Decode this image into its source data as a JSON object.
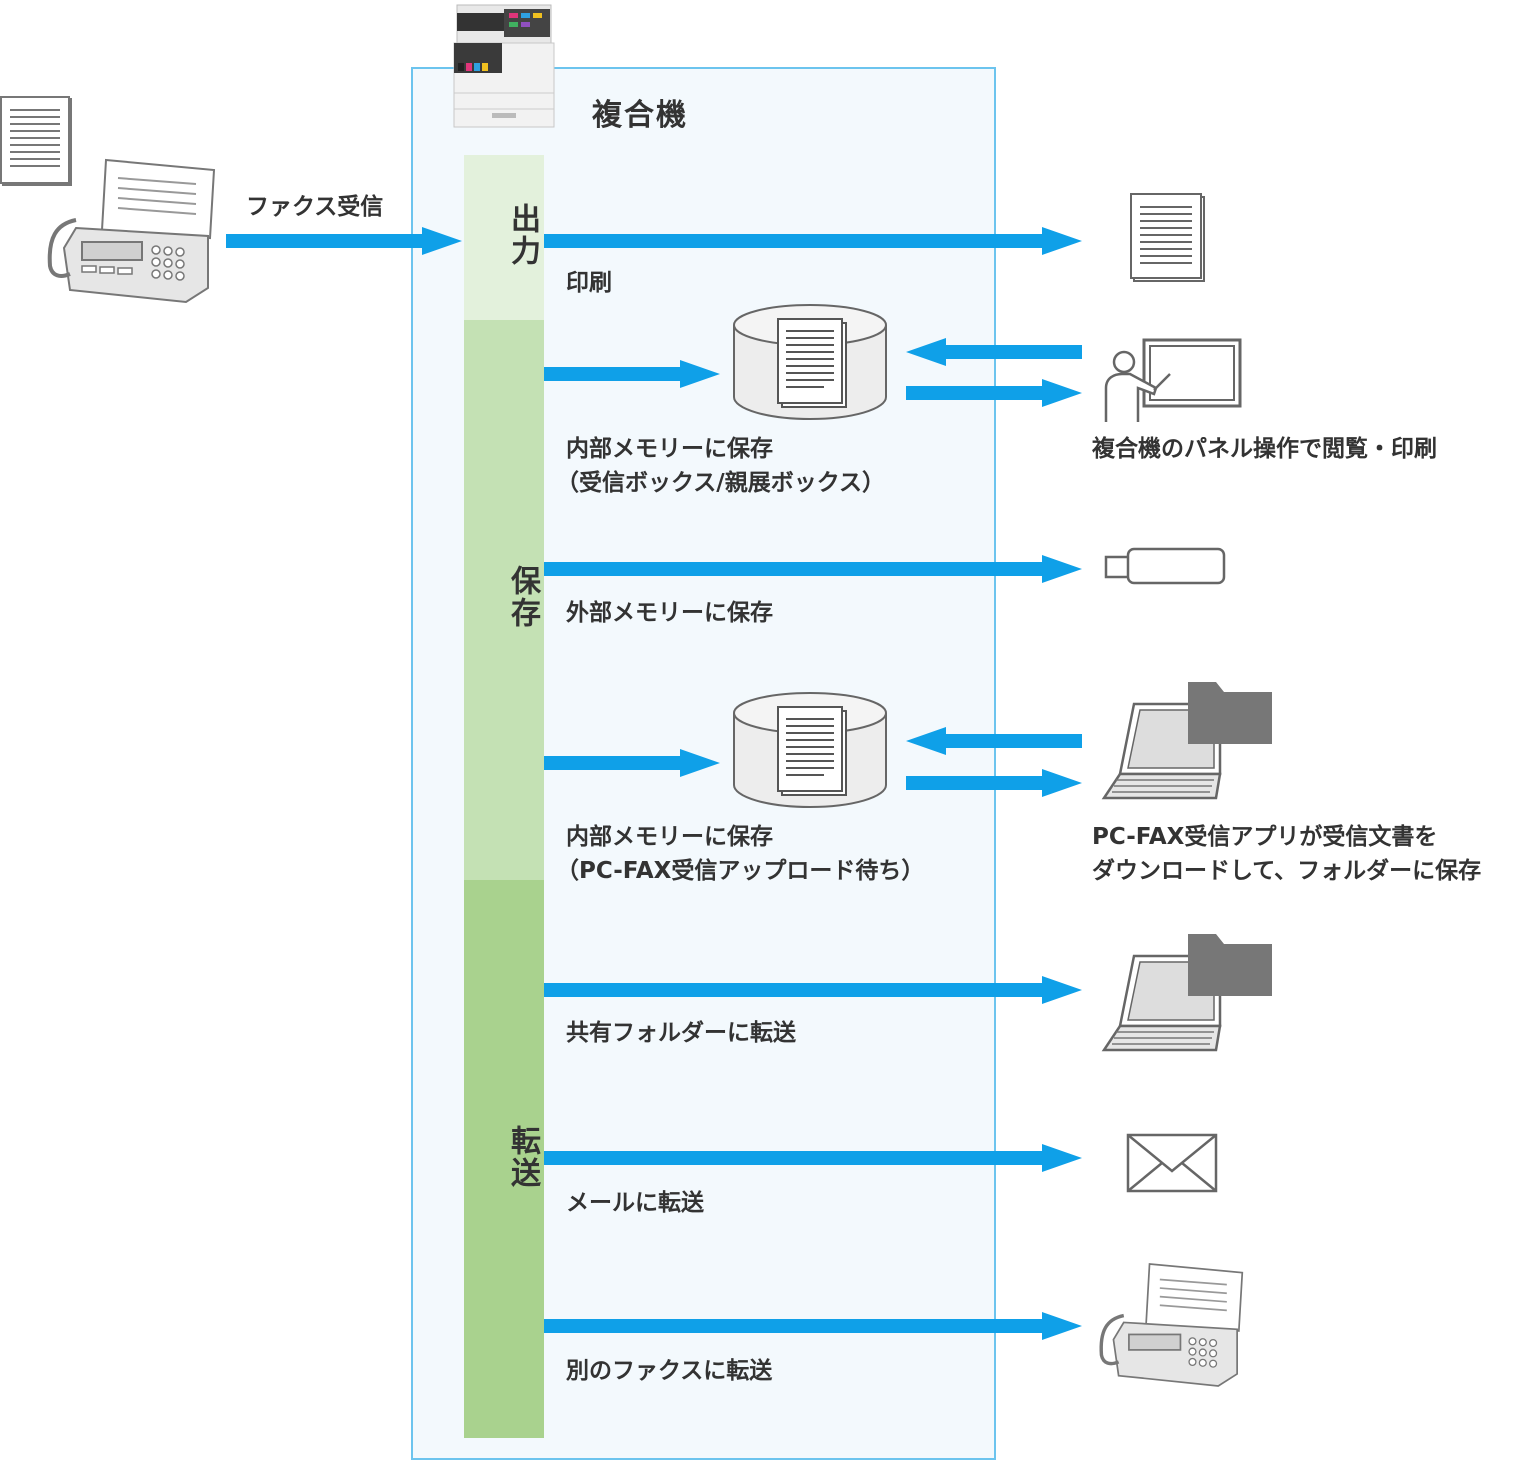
{
  "diagram": {
    "device_title": "複合機",
    "receive_label": "ファクス受信",
    "categories": {
      "output": "出力",
      "save": "保存",
      "forward": "転送"
    },
    "routes": {
      "print": "印刷",
      "internal_memory_line1": "内部メモリーに保存",
      "internal_memory_line2": "（受信ボックス/親展ボックス）",
      "panel_view": "複合機のパネル操作で閲覧・印刷",
      "external_memory": "外部メモリーに保存",
      "pcfax_memory_line1": "内部メモリーに保存",
      "pcfax_memory_line2": "（PC-FAX受信アップロード待ち）",
      "pcfax_app_line1": "PC-FAX受信アプリが受信文書を",
      "pcfax_app_line2": "ダウンロードして、フォルダーに保存",
      "shared_folder": "共有フォルダーに転送",
      "email": "メールに転送",
      "other_fax": "別のファクスに転送"
    },
    "colors": {
      "arrow": "#0fa0e8",
      "box_border": "#6cc4ee",
      "box_fill": "#f3f9fd",
      "band_output": "#e3f1dc",
      "band_save": "#c4e1b4",
      "band_forward": "#a9d28e"
    },
    "icons": [
      "multifunction-printer-icon",
      "fax-machine-icon",
      "document-icon",
      "memory-drum-icon",
      "presenter-panel-icon",
      "usb-stick-icon",
      "laptop-folder-icon",
      "envelope-icon"
    ]
  }
}
